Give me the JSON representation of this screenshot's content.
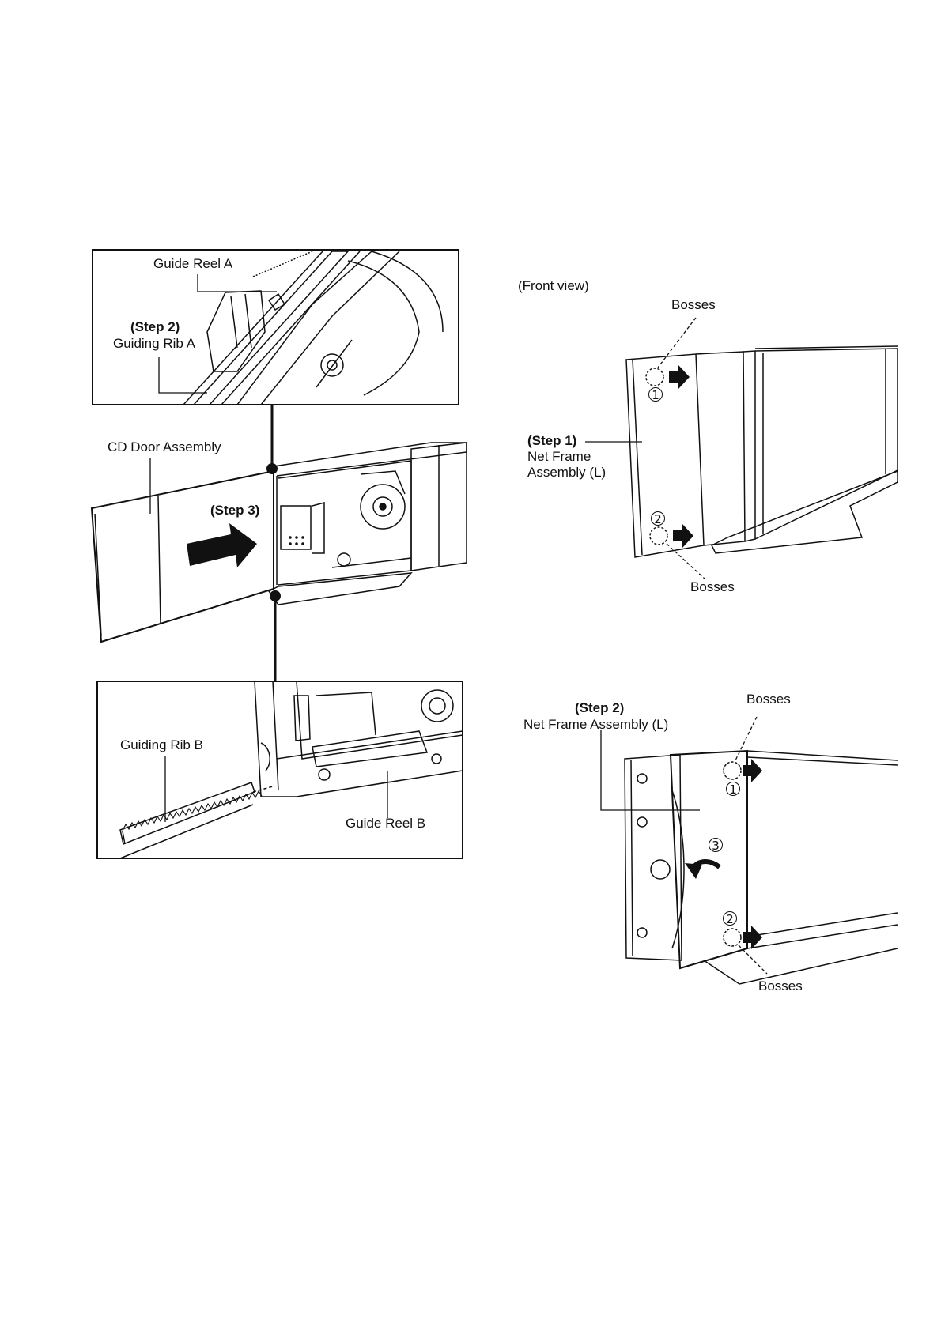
{
  "left_figure": {
    "top_inset": {
      "guide_reel_a": "Guide Reel A",
      "step": "(Step 2)",
      "guiding_rib_a": "Guiding Rib A"
    },
    "main": {
      "cd_door_assembly": "CD Door Assembly",
      "step": "(Step 3)"
    },
    "bottom_inset": {
      "guiding_rib_b": "Guiding Rib B",
      "guide_reel_b": "Guide Reel B"
    }
  },
  "right_top_figure": {
    "view": "(Front view)",
    "bosses_top": "Bosses",
    "bosses_bottom": "Bosses",
    "step": "(Step 1)",
    "part_line1": "Net Frame",
    "part_line2": "Assembly (L)",
    "marker_1": "1",
    "marker_2": "2"
  },
  "right_bottom_figure": {
    "step": "(Step 2)",
    "part": "Net Frame Assembly (L)",
    "bosses_top": "Bosses",
    "bosses_bottom": "Bosses",
    "marker_1": "1",
    "marker_2": "2",
    "marker_3": "3"
  }
}
